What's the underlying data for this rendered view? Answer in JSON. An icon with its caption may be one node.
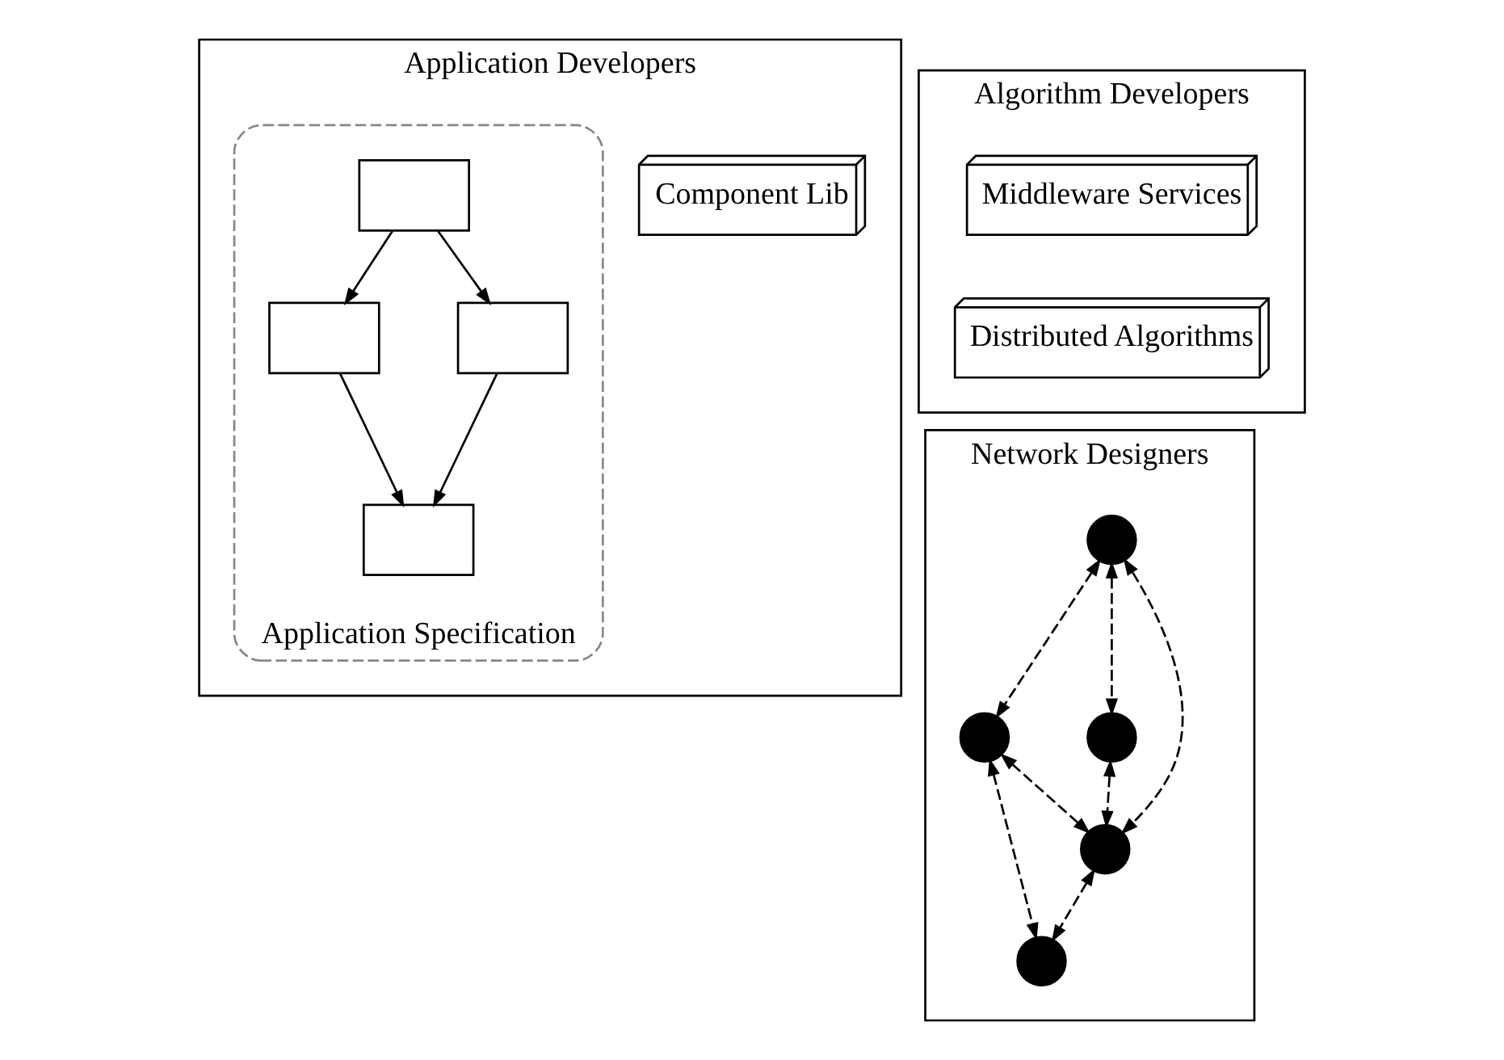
{
  "diagram": {
    "nodes": [
      {
        "text": [
          "Application Developers"
        ]
      },
      {
        "text": [
          "Component Lib"
        ],
        "in": 0
      },
      {
        "text": [
          "Application Specification"
        ],
        "in": 0
      },
      {
        "text": [],
        "shape": "box",
        "in": 2
      },
      {
        "text": [],
        "shape": "box",
        "in": 2
      },
      {
        "text": [],
        "shape": "box",
        "in": 2
      },
      {
        "text": [],
        "shape": "box",
        "in": 2
      },
      {
        "text": [
          "Algorithm Developers"
        ]
      },
      {
        "text": [
          "Distributed Algorithms"
        ],
        "in": 7
      },
      {
        "text": [
          "Middleware Services"
        ],
        "in": 7
      },
      {
        "text": [
          "Network Designers"
        ]
      },
      {
        "text": [],
        "shape": "circle",
        "in": 10
      },
      {
        "text": [],
        "shape": "circle",
        "in": 10
      },
      {
        "text": [],
        "shape": "circle",
        "in": 10
      },
      {
        "text": [],
        "shape": "circle",
        "in": 10
      },
      {
        "text": [],
        "shape": "circle",
        "in": 10
      }
    ],
    "edges": [
      {
        "from": 3,
        "to": 5,
        "arrow": "to"
      },
      {
        "from": 3,
        "to": 4,
        "arrow": "to"
      },
      {
        "from": 5,
        "to": 6,
        "arrow": "to"
      },
      {
        "from": 4,
        "to": 6,
        "arrow": "to"
      },
      {
        "from": 11,
        "to": 13,
        "arrow": "both",
        "style": "dashed"
      },
      {
        "from": 13,
        "to": 14,
        "arrow": "both",
        "style": "dashed"
      },
      {
        "from": 11,
        "to": 14,
        "arrow": "both",
        "style": "dashed"
      },
      {
        "from": 11,
        "to": 12,
        "arrow": "both",
        "style": "dashed"
      },
      {
        "from": 12,
        "to": 14,
        "arrow": "both",
        "style": "dashed"
      },
      {
        "from": 14,
        "to": 15,
        "arrow": "both",
        "style": "dashed"
      },
      {
        "from": 12,
        "to": 15,
        "arrow": "both",
        "style": "dashed"
      }
    ]
  }
}
